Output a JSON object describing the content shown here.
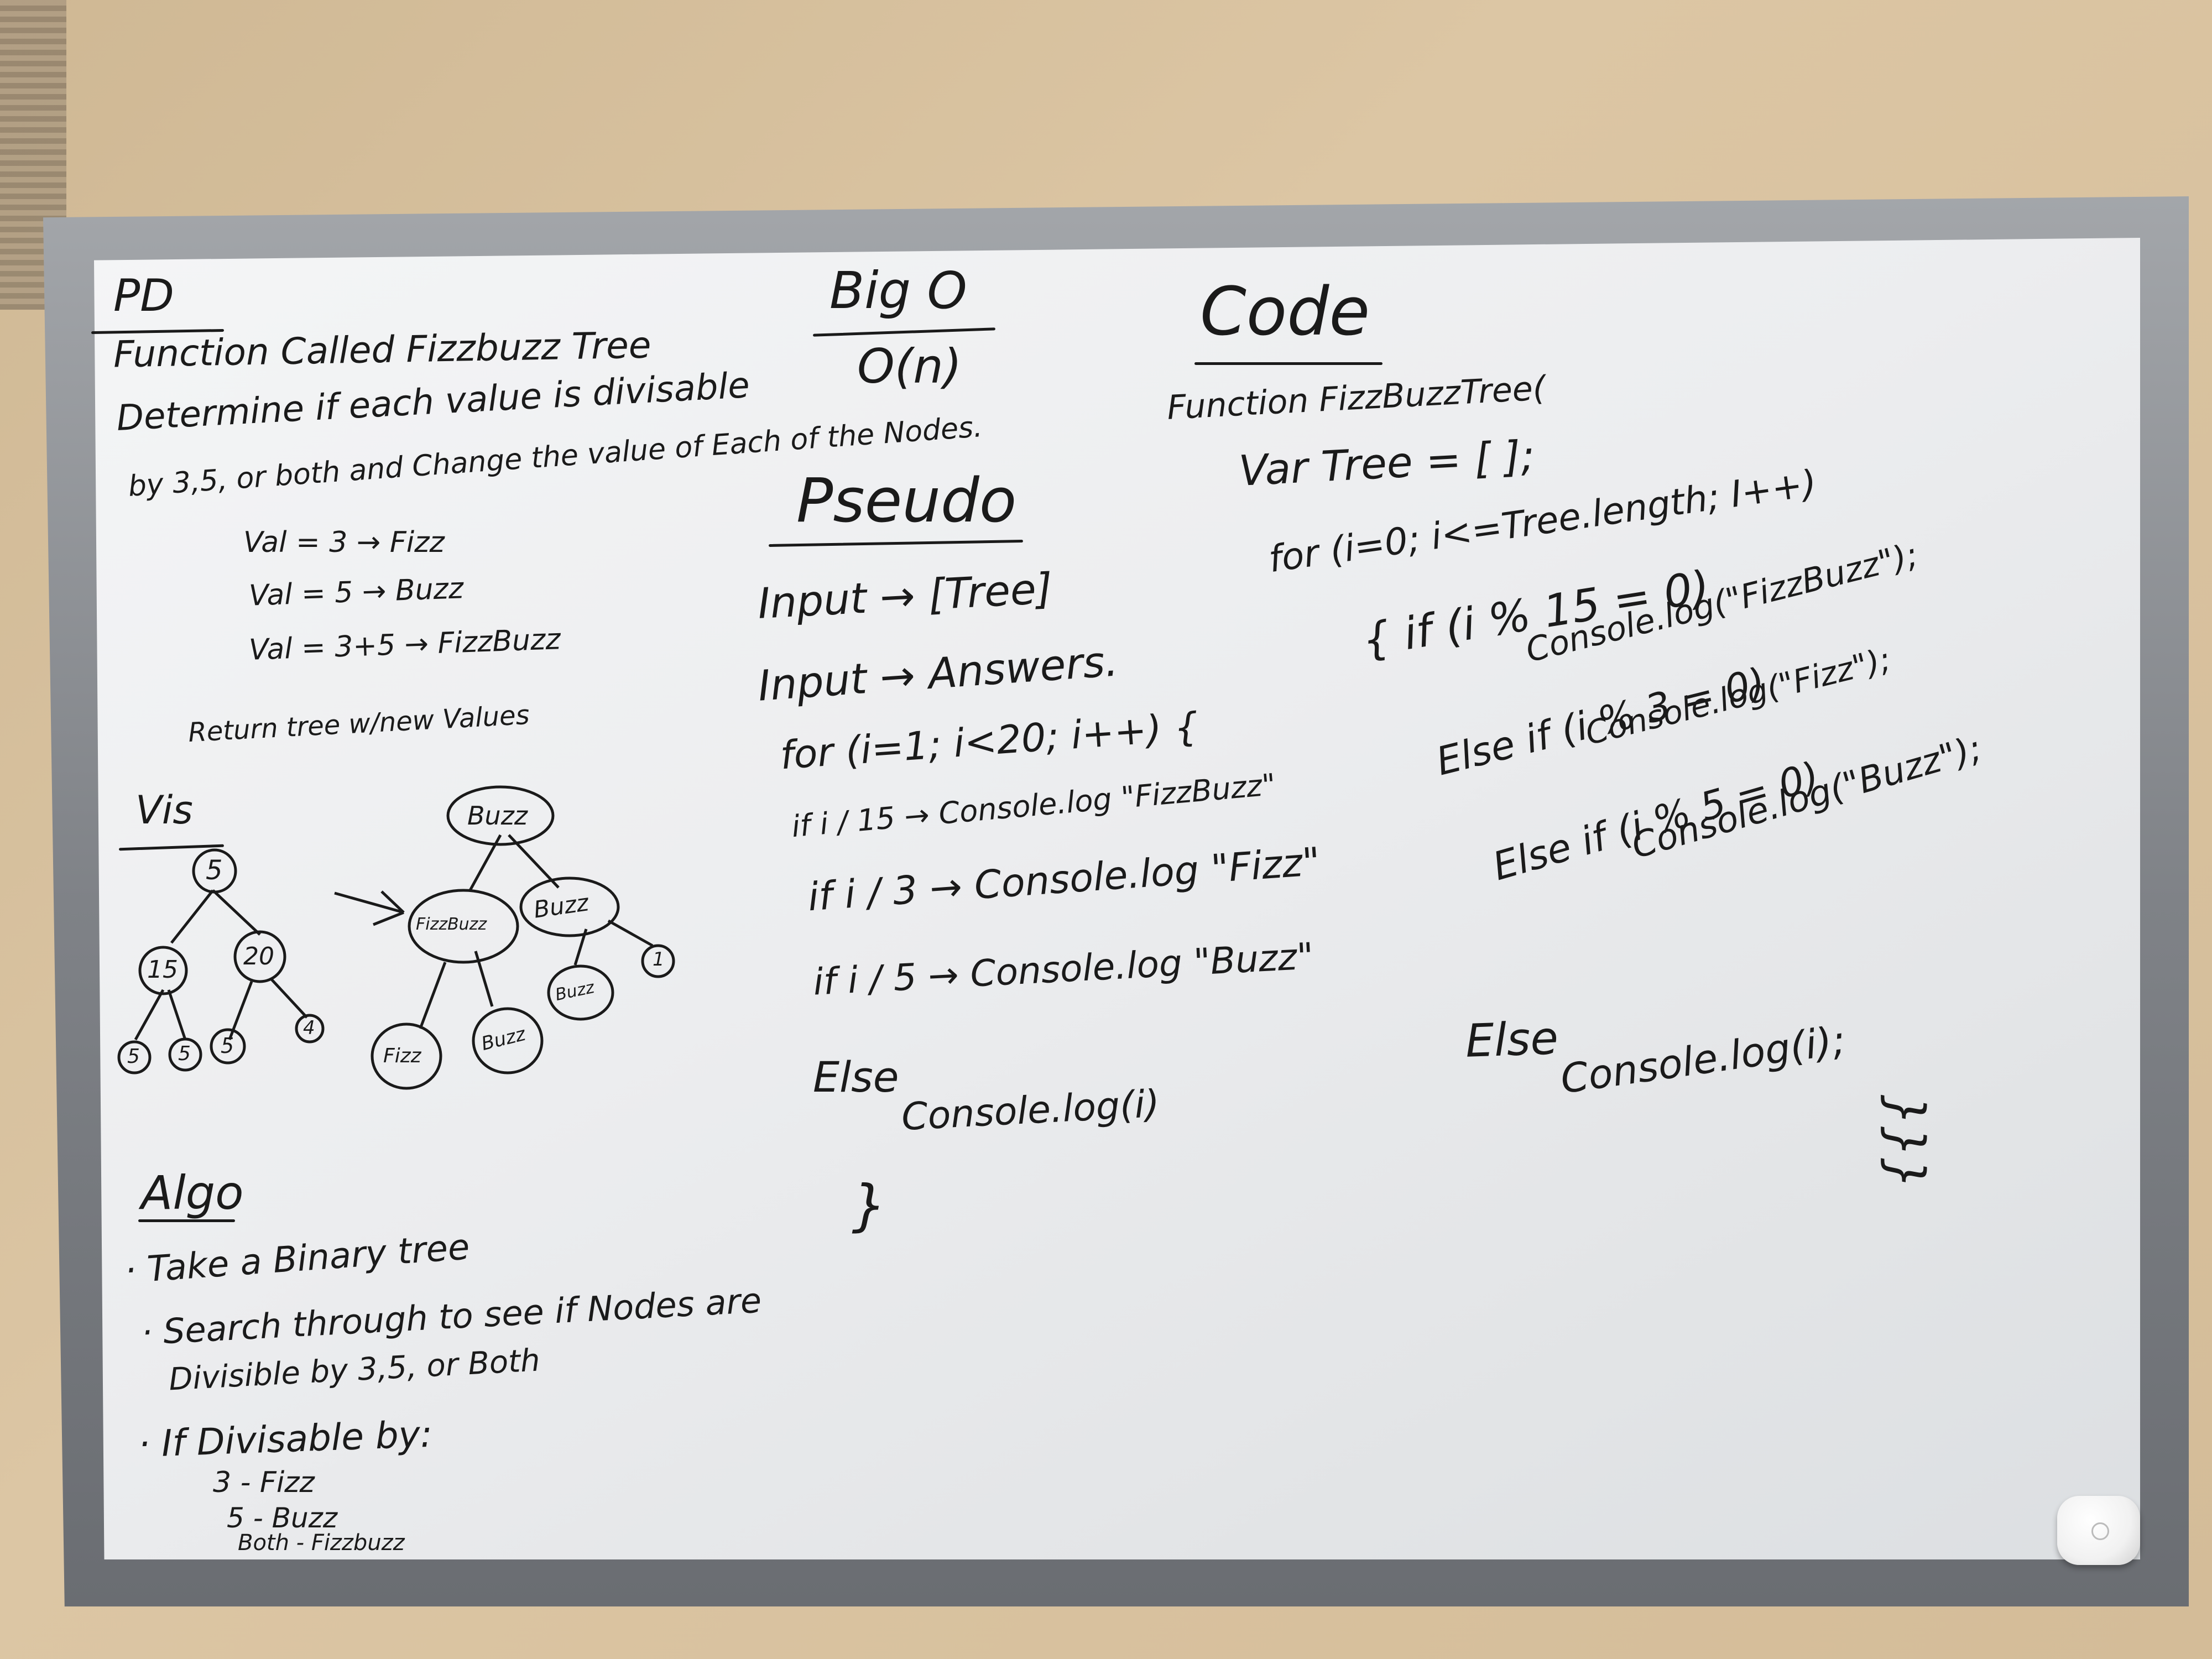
{
  "whiteboard": {
    "pd": {
      "heading": "PD",
      "lines": [
        "Function Called Fizzbuzz Tree",
        "Determine if each value is divisable",
        "by 3,5, or both and Change the value of Each of the Nodes.",
        "Val = 3 → Fizz",
        "Val = 5 → Buzz",
        "Val = 3+5 → FizzBuzz",
        "Return tree w/new Values"
      ]
    },
    "big_o": {
      "heading": "Big O",
      "value": "O(n)"
    },
    "pseudo": {
      "heading": "Pseudo",
      "lines": [
        "Input → [Tree]",
        "Input → Answers.",
        "for (i=1; i<20; i++) {",
        "if i / 15 → Console.log \"FizzBuzz\"",
        "if i / 3 → Console.log \"Fizz\"",
        "if i / 5 → Console.log \"Buzz\"",
        "Else",
        "Console.log(i)",
        "}"
      ]
    },
    "code": {
      "heading": "Code",
      "lines": [
        "Function FizzBuzzTree(",
        "Var Tree = [ ];",
        "for (i=0; i<=Tree.length; I++)",
        "{ if (i % 15 = 0)",
        "Console.log(\"FizzBuzz\");",
        "Else if (i % 3 = 0)",
        "Console.log(\"Fizz\");",
        "Else if (i % 5 = 0)",
        "Console.log(\"Buzz\");",
        "Else",
        "Console.log(i);",
        "}}}"
      ]
    },
    "vis": {
      "heading": "Vis",
      "input_tree": {
        "root": "5",
        "level1": [
          "15",
          "20"
        ],
        "level2": [
          "5",
          "5",
          "5",
          "4"
        ]
      },
      "output_tree": {
        "root": "Buzz",
        "level1": [
          "FizzBuzz",
          "Buzz"
        ],
        "level2": [
          "Fizz",
          "Buzz",
          "Buzz",
          "1"
        ]
      },
      "arrow": "→"
    },
    "algo": {
      "heading": "Algo",
      "lines": [
        "· Take a Binary tree",
        "· Search through to see if Nodes are",
        "Divisible by 3,5, or Both",
        "· If Divisable by:",
        "3 - Fizz",
        "5 - Buzz",
        "Both - Fizzbuzz"
      ]
    }
  }
}
